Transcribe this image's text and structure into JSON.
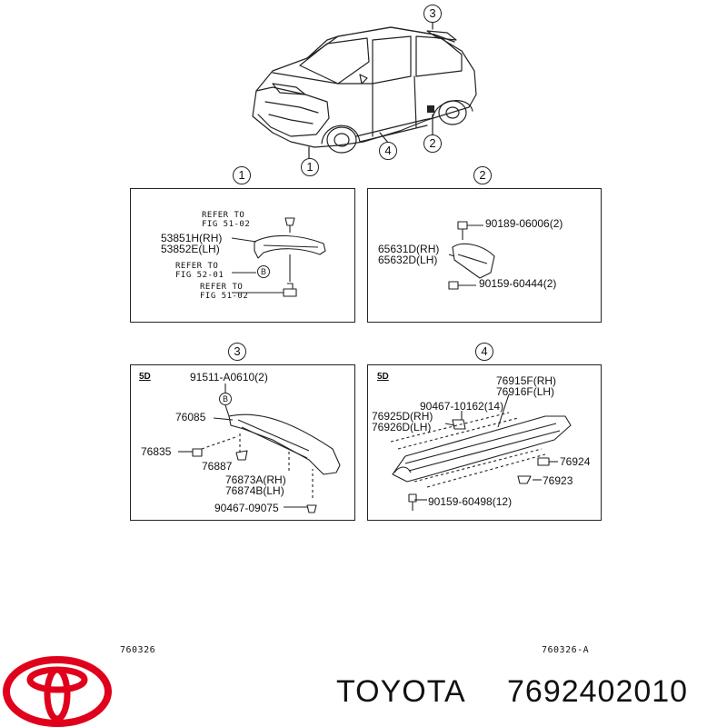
{
  "callouts": {
    "car_1": "1",
    "car_2": "2",
    "car_3": "3",
    "car_4": "4",
    "p1": "1",
    "p2": "2",
    "p3": "3",
    "p4": "4"
  },
  "panel1": {
    "refer1_line1": "REFER TO",
    "refer1_line2": "FIG 51-02",
    "part_rh": "53851H(RH)",
    "part_lh": "53852E(LH)",
    "refer2_line1": "REFER TO",
    "refer2_line2": "FIG 52-01",
    "refer3_line1": "REFER TO",
    "refer3_line2": "FIG 51-02",
    "b_marker": "B"
  },
  "panel2": {
    "clip_top": "90189-06006(2)",
    "part_rh": "65631D(RH)",
    "part_lh": "65632D(LH)",
    "clip_bottom": "90159-60444(2)"
  },
  "panel3": {
    "tag": "5D",
    "screw": "91511-A0610(2)",
    "b_marker": "B",
    "spoiler": "76085",
    "clip_left": "76835",
    "clip_mid": "76887",
    "part_rh": "76873A(RH)",
    "part_lh": "76874B(LH)",
    "clip_bottom": "90467-09075"
  },
  "panel4": {
    "tag": "5D",
    "moulding_rh": "76915F(RH)",
    "moulding_lh": "76916F(LH)",
    "clip_top": "90467-10162(14)",
    "part_rh": "76925D(RH)",
    "part_lh": "76926D(LH)",
    "clip_right1": "76924",
    "clip_right2": "76923",
    "clip_bottom": "90159-60498(12)"
  },
  "codes": {
    "left": "760326",
    "right": "760326-A"
  },
  "brand": {
    "name": "TOYOTA",
    "part_number": "7692402010",
    "logo_color": "#e0001b"
  }
}
